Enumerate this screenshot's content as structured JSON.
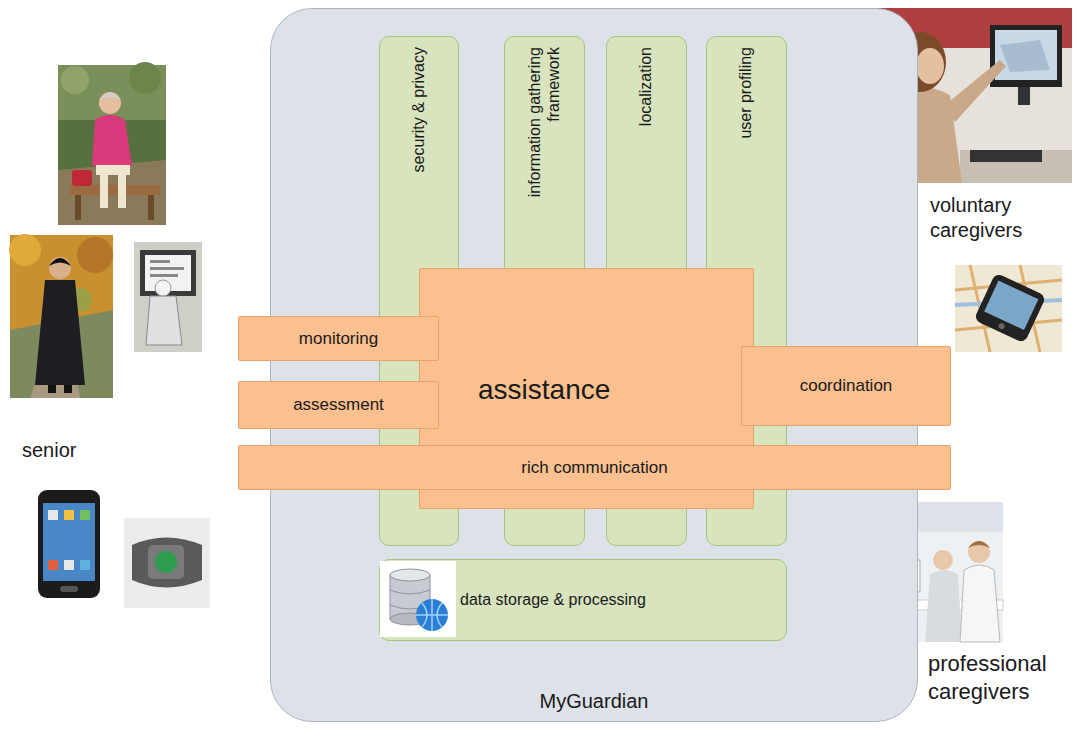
{
  "diagram": {
    "nodes": [
      {
        "text": [
          "MyGuardian"
        ]
      },
      {
        "text": [
          "security & privacy"
        ],
        "in": 0
      },
      {
        "text": [
          "information gathering framework"
        ],
        "in": 0
      },
      {
        "text": [
          "localization"
        ],
        "in": 0
      },
      {
        "text": [
          "user profiling"
        ],
        "in": 0
      },
      {
        "text": [
          "monitoring"
        ],
        "in": 0
      },
      {
        "text": [
          "assessment"
        ],
        "in": 0
      },
      {
        "text": [
          "assistance"
        ],
        "in": 0
      },
      {
        "text": [
          "coordination"
        ],
        "in": 0
      },
      {
        "text": [
          "rich communication"
        ],
        "in": 0
      },
      {
        "text": [
          "data storage & processing"
        ],
        "in": 0
      }
    ],
    "labels": [
      "senior",
      "voluntary caregivers",
      "professional caregivers"
    ]
  }
}
